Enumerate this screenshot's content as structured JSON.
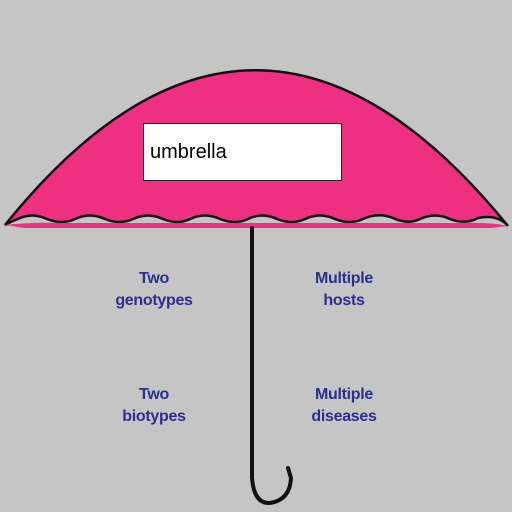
{
  "title": "umbrella",
  "labels": [
    "Two\ngenotypes",
    "Multiple\nhosts",
    "Two\nbiotypes",
    "Multiple\ndiseases"
  ],
  "colors": {
    "canopy": "#ee2f82",
    "outline": "#111111",
    "label_text": "#2b2f8e",
    "background": "#c5c5c5"
  }
}
